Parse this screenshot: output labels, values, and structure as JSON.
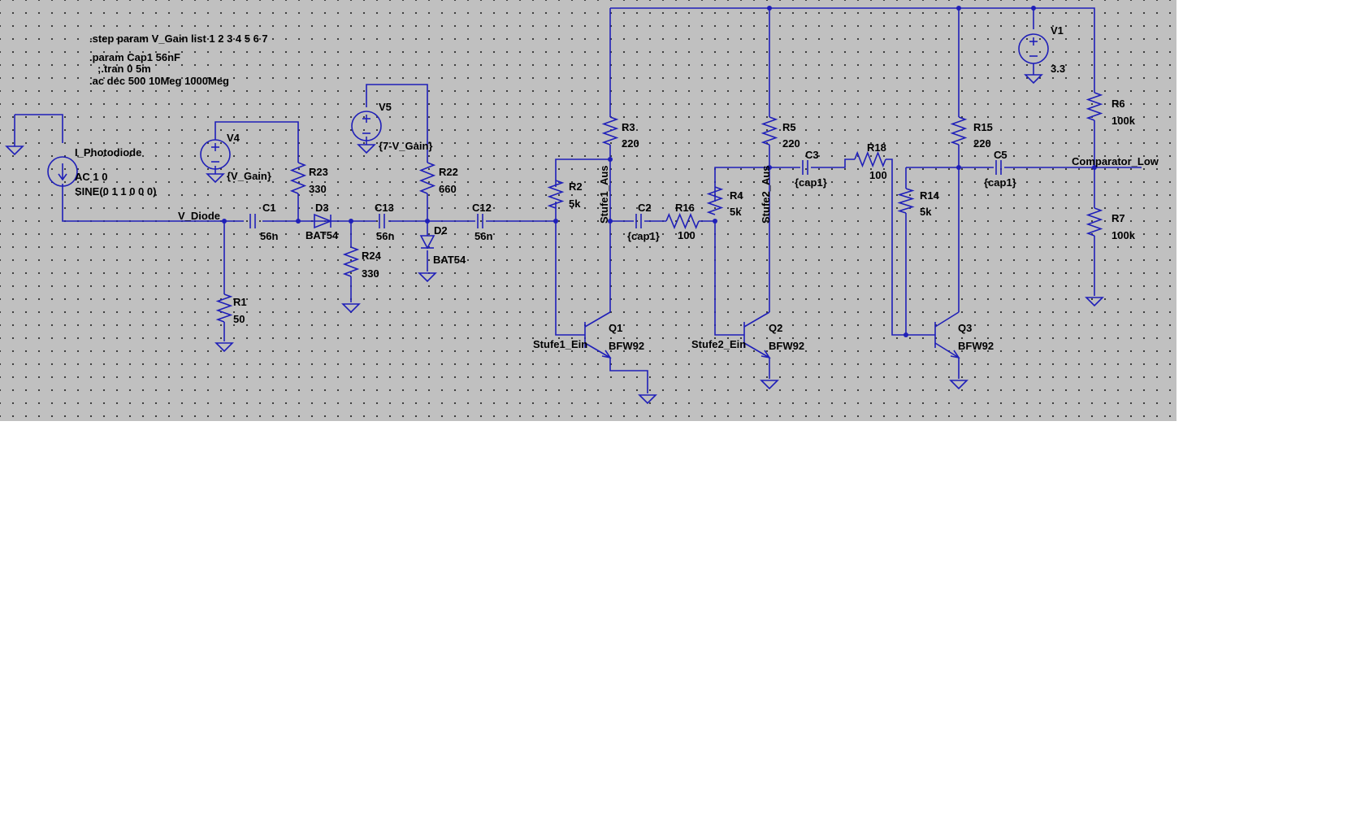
{
  "colors": {
    "background": "#c0c0c0",
    "wire": "#1f1fb8",
    "grid_dot": "#303030",
    "text": "#000000"
  },
  "directives": [
    ".step param V_Gain list 1 2 3 4 5 6 7",
    ".param Cap1 56nF",
    ";.tran 0 5m",
    ".ac dec 500 10Meg 1000Meg"
  ],
  "net_labels": {
    "v_diode": "V_Diode",
    "stufe1_ein": "Stufe1_Ein",
    "stufe1_aus": "Stufe1_Aus",
    "stufe2_ein": "Stufe2_Ein",
    "stufe2_aus": "Stufe2_Aus",
    "comparator_low": "Comparator_Low"
  },
  "components": {
    "i_photodiode": {
      "name": "I_Photodiode",
      "value1": "AC 1 0",
      "value2": "SINE(0 1 1 0 0 0)",
      "icon": "current-source-icon"
    },
    "v4": {
      "name": "V4",
      "value": "{V_Gain}",
      "icon": "voltage-source-icon"
    },
    "v5": {
      "name": "V5",
      "value": "{7-V_Gain}",
      "icon": "voltage-source-icon"
    },
    "v1": {
      "name": "V1",
      "value": "3.3",
      "icon": "voltage-source-icon"
    },
    "r1": {
      "name": "R1",
      "value": "50"
    },
    "r23": {
      "name": "R23",
      "value": "330"
    },
    "r24": {
      "name": "R24",
      "value": "330"
    },
    "r22": {
      "name": "R22",
      "value": "660"
    },
    "r2": {
      "name": "R2",
      "value": "5k"
    },
    "r3": {
      "name": "R3",
      "value": "220"
    },
    "r16": {
      "name": "R16",
      "value": "100"
    },
    "r4": {
      "name": "R4",
      "value": "5k"
    },
    "r5": {
      "name": "R5",
      "value": "220"
    },
    "r18": {
      "name": "R18",
      "value": "100"
    },
    "r14": {
      "name": "R14",
      "value": "5k"
    },
    "r15": {
      "name": "R15",
      "value": "220"
    },
    "r6": {
      "name": "R6",
      "value": "100k"
    },
    "r7": {
      "name": "R7",
      "value": "100k"
    },
    "c1": {
      "name": "C1",
      "value": "56n"
    },
    "c13": {
      "name": "C13",
      "value": "56n"
    },
    "c12": {
      "name": "C12",
      "value": "56n"
    },
    "c2": {
      "name": "C2",
      "value": "{cap1}"
    },
    "c3": {
      "name": "C3",
      "value": "{cap1}"
    },
    "c5": {
      "name": "C5",
      "value": "{cap1}"
    },
    "d3": {
      "name": "D3",
      "value": "BAT54"
    },
    "d2": {
      "name": "D2",
      "value": "BAT54"
    },
    "q1": {
      "name": "Q1",
      "value": "BFW92"
    },
    "q2": {
      "name": "Q2",
      "value": "BFW92"
    },
    "q3": {
      "name": "Q3",
      "value": "BFW92"
    }
  }
}
